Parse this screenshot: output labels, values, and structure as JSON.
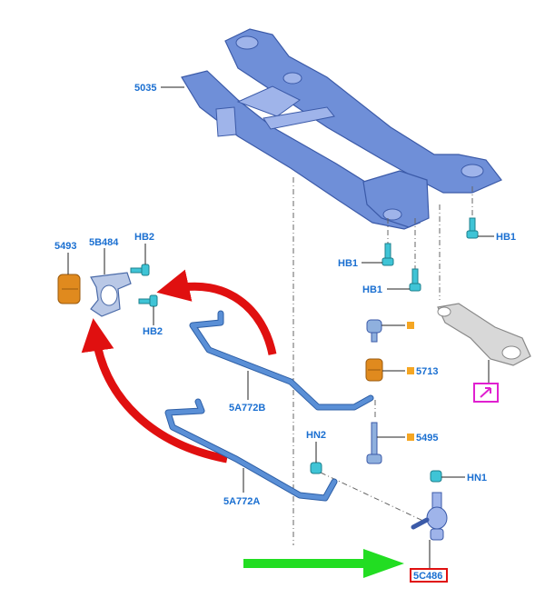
{
  "labels": {
    "crossmember": "5035",
    "bushing": "5493",
    "bracket": "5B484",
    "hb2_top": "HB2",
    "hb2_bottom": "HB2",
    "hb1_right": "HB1",
    "hb1_left_top": "HB1",
    "hb1_left_bottom": "HB1",
    "bar_b": "5A772B",
    "bar_a": "5A772A",
    "part_5713": "5713",
    "part_5495": "5495",
    "hn2": "HN2",
    "hn1": "HN1",
    "link": "5C486"
  },
  "colors": {
    "frame": "#6f8fd8",
    "bar": "#5a8fd6",
    "bolt": "#3fc4d6",
    "bushing": "#e08a1e",
    "label": "#1a6fd1",
    "red_arrow": "#e01010",
    "green_arrow": "#22dd22",
    "highlight_red": "#e01010",
    "highlight_magenta": "#e020d0",
    "marker_orange": "#f5a623"
  },
  "icons": {
    "arm_callout": "link-arrow-icon"
  }
}
